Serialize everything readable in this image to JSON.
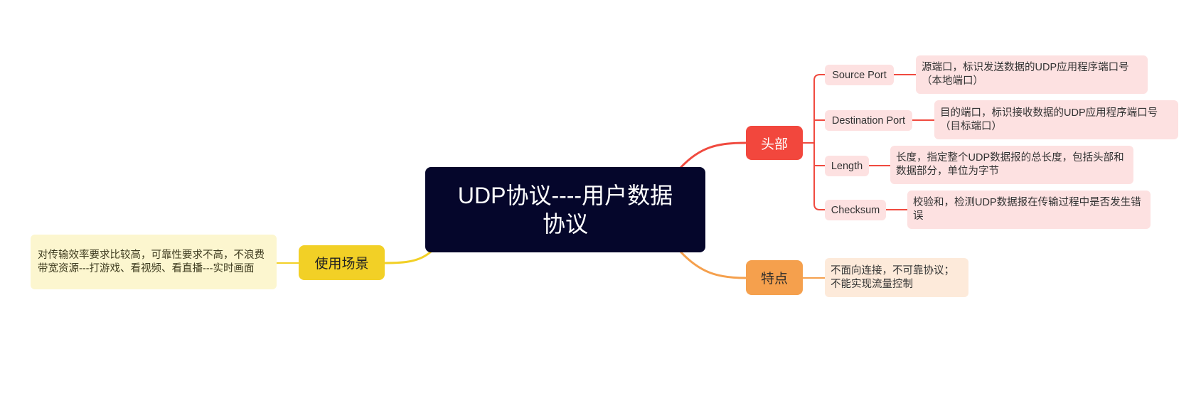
{
  "central_topic": "UDP协议----用户数据协议",
  "header": {
    "label": "头部",
    "fields": [
      {
        "name": "Source Port",
        "desc": "源端口，标识发送数据的UDP应用程序端口号（本地端口）"
      },
      {
        "name": "Destination Port",
        "desc": "目的端口，标识接收数据的UDP应用程序端口号（目标端口）"
      },
      {
        "name": "Length",
        "desc": "长度，指定整个UDP数据报的总长度，包括头部和数据部分，单位为字节"
      },
      {
        "name": "Checksum",
        "desc": "校验和，检测UDP数据报在传输过程中是否发生错误"
      }
    ]
  },
  "features": {
    "label": "特点",
    "desc": "不面向连接，不可靠协议；\n不能实现流量控制"
  },
  "scenarios": {
    "label": "使用场景",
    "desc": "对传输效率要求比较高，可靠性要求不高，不浪费带宽资源---打游戏、看视频、看直播---实时画面"
  },
  "colors": {
    "central": "#05062b",
    "header": "#f2473d",
    "header_light": "#fde1e1",
    "features": "#f5a04d",
    "features_light": "#fdeada",
    "scenarios": "#f2d026",
    "scenarios_light": "#fcf6cf"
  }
}
